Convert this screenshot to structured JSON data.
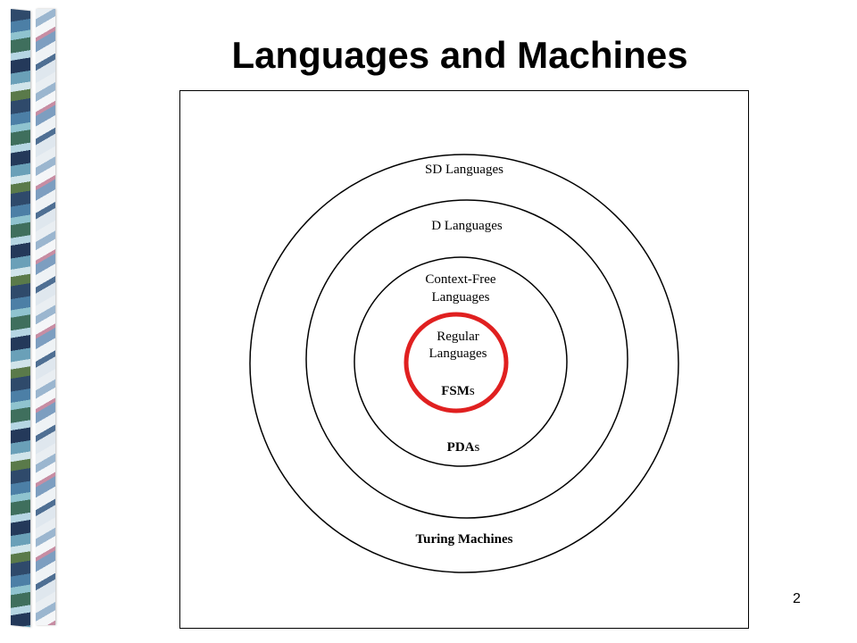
{
  "slide": {
    "title": "Languages and Machines",
    "page_number": "2"
  },
  "diagram": {
    "sd_languages": "SD Languages",
    "d_languages": "D Languages",
    "context_free_line1": "Context-Free",
    "context_free_line2": "Languages",
    "regular_line1": "Regular",
    "regular_line2": "Languages",
    "fsm_bold": "FSM",
    "fsm_suffix": "s",
    "pda_bold": "PDA",
    "pda_suffix": "s",
    "turing_machines": "Turing Machines",
    "highlight_color": "#e02020"
  }
}
